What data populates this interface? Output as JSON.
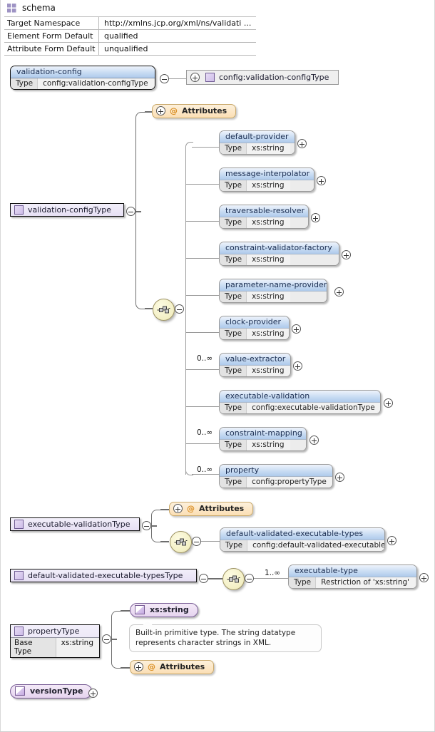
{
  "header": {
    "schema_icon": "schema-grid-icon",
    "title": "schema",
    "rows": [
      {
        "key": "Target Namespace",
        "value": "http://xmlns.jcp.org/xml/ns/validati ..."
      },
      {
        "key": "Element Form Default",
        "value": "qualified"
      },
      {
        "key": "Attribute Form Default",
        "value": "unqualified"
      }
    ]
  },
  "diagram": {
    "root_element": {
      "name": "validation-config",
      "type_label": "Type",
      "type_value": "config:validation-configType"
    },
    "root_type_ref": {
      "name": "config:validation-configType",
      "icon": "complex-type-icon"
    },
    "validation_config_type": {
      "name": "validation-configType",
      "icon": "complex-type-icon",
      "attributes_label": "Attributes",
      "attributes_symbol": "@",
      "sequence_icon": "sequence-compositor-icon",
      "children": [
        {
          "name": "default-provider",
          "type_label": "Type",
          "type_value": "xs:string",
          "cardinality": ""
        },
        {
          "name": "message-interpolator",
          "type_label": "Type",
          "type_value": "xs:string",
          "cardinality": ""
        },
        {
          "name": "traversable-resolver",
          "type_label": "Type",
          "type_value": "xs:string",
          "cardinality": ""
        },
        {
          "name": "constraint-validator-factory",
          "type_label": "Type",
          "type_value": "xs:string",
          "cardinality": ""
        },
        {
          "name": "parameter-name-provider",
          "type_label": "Type",
          "type_value": "xs:string",
          "cardinality": ""
        },
        {
          "name": "clock-provider",
          "type_label": "Type",
          "type_value": "xs:string",
          "cardinality": ""
        },
        {
          "name": "value-extractor",
          "type_label": "Type",
          "type_value": "xs:string",
          "cardinality": "0..∞"
        },
        {
          "name": "executable-validation",
          "type_label": "Type",
          "type_value": "config:executable-validationType",
          "cardinality": ""
        },
        {
          "name": "constraint-mapping",
          "type_label": "Type",
          "type_value": "xs:string",
          "cardinality": "0..∞"
        },
        {
          "name": "property",
          "type_label": "Type",
          "type_value": "config:propertyType",
          "cardinality": "0..∞"
        }
      ]
    },
    "executable_validation_type": {
      "name": "executable-validationType",
      "icon": "complex-type-icon",
      "attributes_label": "Attributes",
      "attributes_symbol": "@",
      "sequence_icon": "sequence-compositor-icon",
      "child": {
        "name": "default-validated-executable-types",
        "type_label": "Type",
        "type_value": "config:default-validated-executable- ..."
      }
    },
    "default_validated_executable_types_type": {
      "name": "default-validated-executable-typesType",
      "icon": "complex-type-icon",
      "sequence_icon": "sequence-compositor-icon",
      "child": {
        "name": "executable-type",
        "type_label": "Type",
        "type_value": "Restriction of 'xs:string'",
        "cardinality": "1..∞"
      }
    },
    "property_type": {
      "name": "propertyType",
      "icon": "complex-type-icon",
      "base_label": "Base Type",
      "base_value": "xs:string",
      "simple_type": {
        "name": "xs:string",
        "icon": "simple-type-icon"
      },
      "documentation": "Built-in primitive type. The string datatype represents character strings in XML.",
      "attributes_label": "Attributes",
      "attributes_symbol": "@"
    },
    "version_type": {
      "name": "versionType",
      "icon": "simple-type-icon"
    }
  },
  "colors": {
    "element_header": "#aecaec",
    "type_box": "#e7e0f4",
    "attributes_pill": "#fbdfb4",
    "sequence_node": "#f3efc4",
    "simple_type": "#e6d4ef"
  }
}
